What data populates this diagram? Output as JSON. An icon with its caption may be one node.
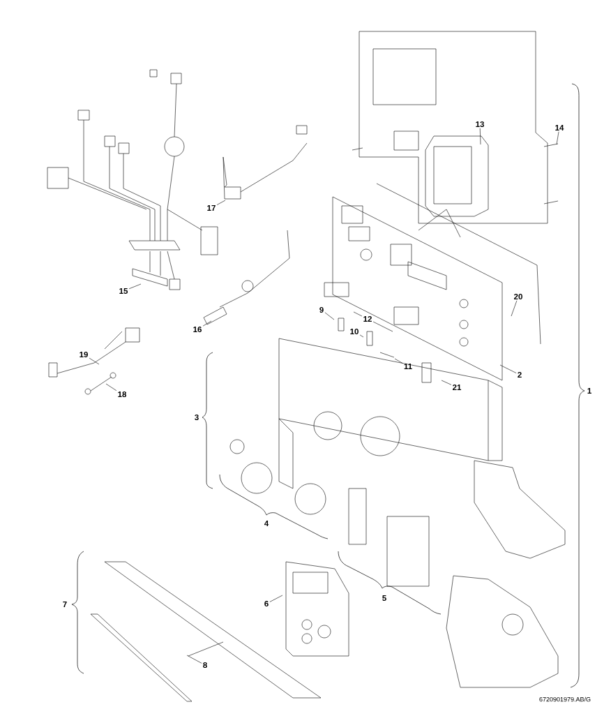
{
  "diagram": {
    "nodes": [
      {
        "text": [
          "13"
        ]
      },
      {
        "text": [
          "14"
        ]
      },
      {
        "text": [
          "17"
        ]
      },
      {
        "text": [
          "15"
        ]
      },
      {
        "text": [
          "16"
        ]
      },
      {
        "text": [
          "20"
        ]
      },
      {
        "text": [
          "9"
        ]
      },
      {
        "text": [
          "12"
        ]
      },
      {
        "text": [
          "10"
        ]
      },
      {
        "text": [
          "11"
        ]
      },
      {
        "text": [
          "2"
        ]
      },
      {
        "text": [
          "21"
        ]
      },
      {
        "text": [
          "19"
        ]
      },
      {
        "text": [
          "18"
        ]
      },
      {
        "text": [
          "6"
        ]
      },
      {
        "text": [
          "8"
        ]
      }
    ],
    "edges": [
      {
        "from": 0,
        "to": null,
        "arrow": "none"
      },
      {
        "from": 1,
        "to": null,
        "arrow": "none"
      },
      {
        "from": 2,
        "to": null,
        "arrow": "none"
      },
      {
        "from": 3,
        "to": null,
        "arrow": "none"
      },
      {
        "from": 4,
        "to": null,
        "arrow": "none"
      },
      {
        "from": 5,
        "to": null,
        "arrow": "none"
      },
      {
        "from": 6,
        "to": null,
        "arrow": "none"
      },
      {
        "from": 7,
        "to": null,
        "arrow": "none"
      },
      {
        "from": 7,
        "to": null,
        "arrow": "none"
      },
      {
        "from": 8,
        "to": null,
        "arrow": "none"
      },
      {
        "from": 9,
        "to": null,
        "arrow": "none"
      },
      {
        "from": 10,
        "to": null,
        "arrow": "none"
      },
      {
        "from": 11,
        "to": null,
        "arrow": "none"
      },
      {
        "from": 12,
        "to": null,
        "arrow": "none"
      },
      {
        "from": 13,
        "to": null,
        "arrow": "none"
      },
      {
        "from": 14,
        "to": null,
        "arrow": "none"
      },
      {
        "from": 15,
        "to": null,
        "arrow": "none"
      }
    ],
    "labels": [
      "1",
      "3",
      "4",
      "5",
      "7",
      "6720901979.AB/G"
    ]
  }
}
